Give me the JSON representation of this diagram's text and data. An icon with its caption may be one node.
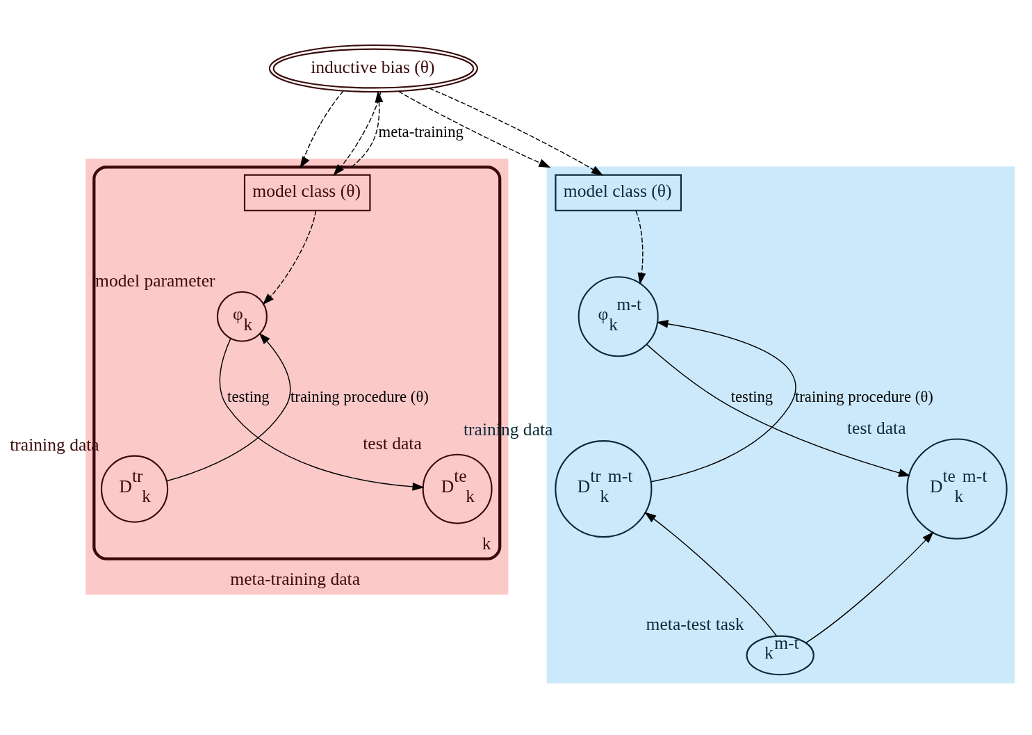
{
  "diagram": {
    "nodes": [
      {
        "text": [
          "inductive bias (θ)"
        ]
      },
      {
        "text": [
          "meta-training data"
        ]
      },
      {
        "text": [
          "k"
        ],
        "in": 1
      },
      {
        "text": [
          "model class (θ)"
        ],
        "in": 2
      },
      {
        "text": [
          "φ$_{k}$"
        ],
        "in": 2,
        "beside": [
          "model parameter"
        ]
      },
      {
        "text": [
          "D$^{tr}$$_{k}$"
        ],
        "in": 2,
        "beside": [
          "training data"
        ]
      },
      {
        "text": [
          "D$^{te}$$_{k}$"
        ],
        "in": 2,
        "beside": [
          "test data"
        ]
      },
      {
        "text": [],
        "shape": "box"
      },
      {
        "text": [
          "model class (θ)"
        ],
        "in": 7
      },
      {
        "text": [
          "φ$_{k}$$^{m-t}$"
        ],
        "in": 7
      },
      {
        "text": [
          "D$^{tr}$$_{k}$$^{m-t}$"
        ],
        "in": 7,
        "beside": [
          "training data"
        ]
      },
      {
        "text": [
          "D$^{te}$$_{k}$$^{m-t}$"
        ],
        "in": 7,
        "beside": [
          "test data"
        ]
      },
      {
        "text": [
          "k$^{m-t}$"
        ],
        "in": 7,
        "beside": [
          "meta-test task"
        ]
      }
    ],
    "edges": [
      {
        "from": 0,
        "to": 2,
        "arrow": "to",
        "style": "dashed"
      },
      {
        "from": 0,
        "to": 3,
        "arrow": "to",
        "style": "dashed"
      },
      {
        "from": 0,
        "to": 7,
        "arrow": "to",
        "style": "dashed"
      },
      {
        "from": 0,
        "to": 8,
        "arrow": "to",
        "style": "dashed"
      },
      {
        "from": 2,
        "to": 0,
        "arrow": "to",
        "style": "dashed",
        "label": "meta-training"
      },
      {
        "from": 3,
        "to": 4,
        "arrow": "to",
        "style": "dashed"
      },
      {
        "from": 5,
        "to": 4,
        "arrow": "to",
        "label": "training procedure (θ)"
      },
      {
        "from": 4,
        "to": 6,
        "arrow": "to",
        "label": "testing"
      },
      {
        "from": 8,
        "to": 9,
        "arrow": "to",
        "style": "dashed"
      },
      {
        "from": 10,
        "to": 9,
        "arrow": "to",
        "label": "training procedure (θ)"
      },
      {
        "from": 9,
        "to": 11,
        "arrow": "to",
        "label": "testing"
      },
      {
        "from": 12,
        "to": 10,
        "arrow": "to"
      },
      {
        "from": 12,
        "to": 11,
        "arrow": "to"
      }
    ]
  }
}
